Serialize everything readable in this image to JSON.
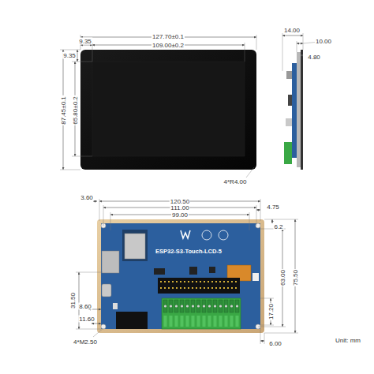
{
  "diagram": {
    "nodes": [
      {
        "text": [
          "ESP32-S3-Touch-LCD-5"
        ]
      }
    ],
    "labels": [
      "127.70±0.1",
      "109.00±0.2",
      "9.35",
      "9.35",
      "87.45±0.1",
      "65.80±0.2",
      "4*R4.00",
      "14.00",
      "10.00",
      "4.80",
      "120.50",
      "111.00",
      "99.00",
      "3.60",
      "4.75",
      "6.2",
      "63.00",
      "75.50",
      "31.50",
      "8.60",
      "11.60",
      "17.20",
      "4*M2.50",
      "6.00",
      "Unit: mm"
    ]
  }
}
